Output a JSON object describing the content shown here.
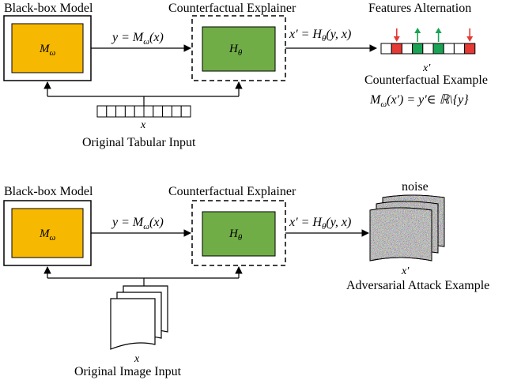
{
  "top": {
    "model_title": "Black-box Model",
    "model_symbol": "M",
    "model_sub": "ω",
    "explainer_title": "Counterfactual Explainer",
    "explainer_symbol": "H",
    "explainer_sub": "θ",
    "eq_y": "y = M",
    "eq_y_sub": "ω",
    "eq_y_tail": "(x)",
    "eq_xp": "x′ = H",
    "eq_xp_sub": "θ",
    "eq_xp_tail": "(y, x)",
    "input_var": "x",
    "input_label": "Original Tabular Input",
    "features_title": "Features Alternation",
    "cf_var": "x′",
    "cf_label": "Counterfactual Example",
    "cf_eq_head": "M",
    "cf_eq_sub": "ω",
    "cf_eq_tail": "(x′) = y′∈ ℝ\\{y}",
    "feature_cells": [
      "white",
      "red",
      "white",
      "green",
      "white",
      "green",
      "white",
      "white",
      "red"
    ],
    "feature_markers": [
      {
        "cell": 1,
        "dir": "down",
        "color": "#e53935"
      },
      {
        "cell": 3,
        "dir": "up",
        "color": "#1aa355"
      },
      {
        "cell": 5,
        "dir": "up",
        "color": "#1aa355"
      },
      {
        "cell": 8,
        "dir": "down",
        "color": "#e53935"
      }
    ],
    "input_cells": 10
  },
  "bottom": {
    "model_title": "Black-box Model",
    "model_symbol": "M",
    "model_sub": "ω",
    "explainer_title": "Counterfactual Explainer",
    "explainer_symbol": "H",
    "explainer_sub": "θ",
    "eq_y": "y = M",
    "eq_y_sub": "ω",
    "eq_y_tail": "(x)",
    "eq_xp": "x′ = H",
    "eq_xp_sub": "θ",
    "eq_xp_tail": "(y, x)",
    "noise_label": "noise",
    "adv_var": "x′",
    "adv_label": "Adversarial Attack Example",
    "input_var": "x",
    "input_label": "Original Image Input"
  },
  "colors": {
    "model_fill": "#f6b800",
    "explainer_fill": "#70ad47",
    "red": "#e53935",
    "green": "#1aa355"
  }
}
